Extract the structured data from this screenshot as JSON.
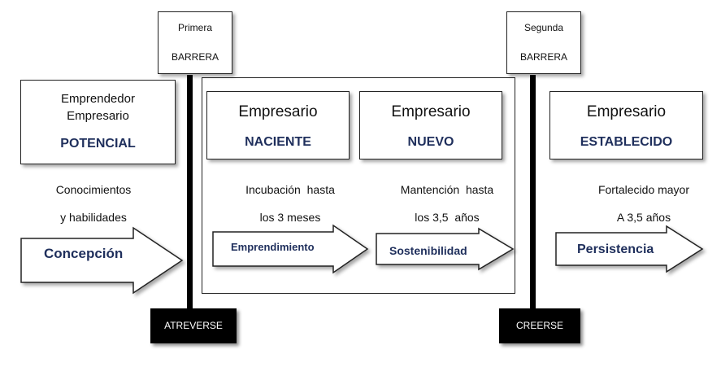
{
  "barriers": {
    "first": {
      "line1": "Primera",
      "line2": "BARRERA",
      "action": "ATREVERSE"
    },
    "second": {
      "line1": "Segunda",
      "line2": "BARRERA",
      "action": "CREERSE"
    }
  },
  "stages": [
    {
      "line1": "Emprendedor",
      "line2": "Empresario",
      "stage": "POTENCIAL",
      "desc1": "Conocimientos",
      "desc2": "y habilidades",
      "arrow": "Concepción"
    },
    {
      "line1": "Empresario",
      "stage": "NACIENTE",
      "desc1": "Incubación  hasta",
      "desc2": "los 3 meses",
      "arrow": "Emprendimiento"
    },
    {
      "line1": "Empresario",
      "stage": "NUEVO",
      "desc1": "Mantención  hasta",
      "desc2": "los 3,5  años",
      "arrow": "Sostenibilidad"
    },
    {
      "line1": "Empresario",
      "stage": "ESTABLECIDO",
      "desc1": "Fortalecido mayor",
      "desc2": "A 3,5 años",
      "arrow": "Persistencia"
    }
  ]
}
